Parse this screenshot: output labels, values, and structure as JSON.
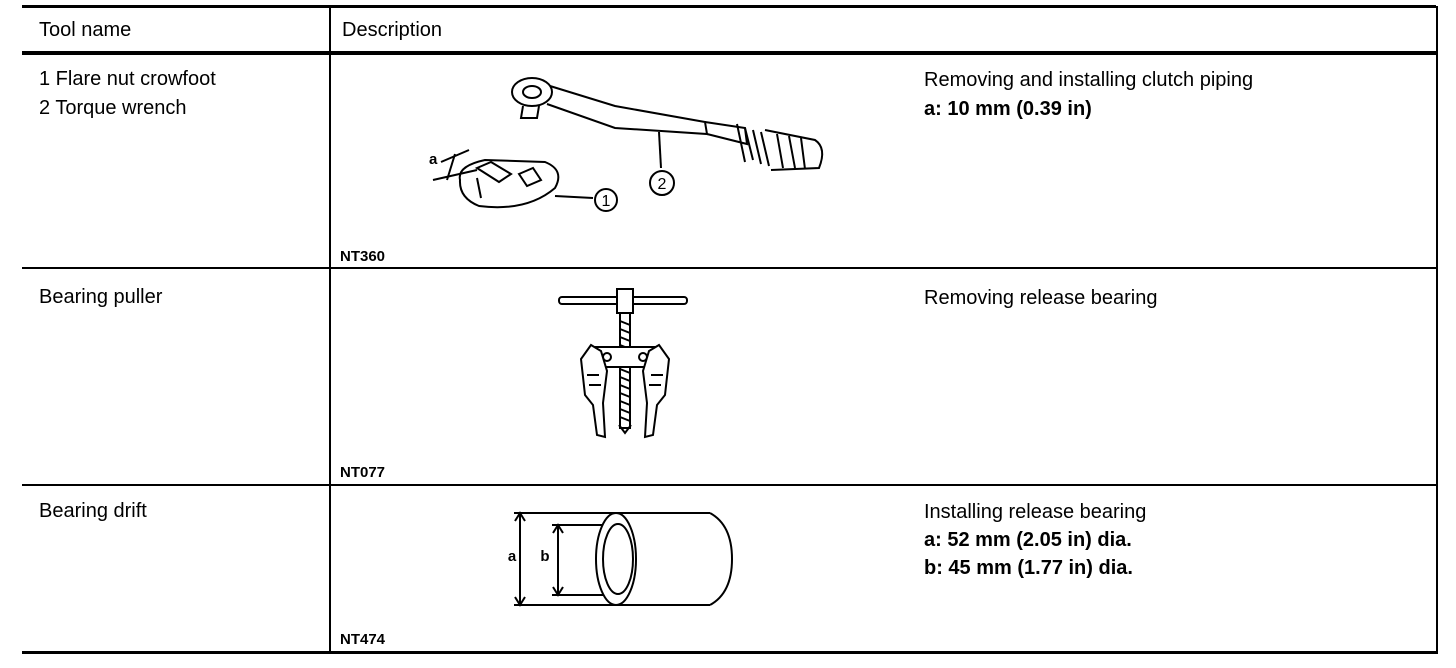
{
  "header": {
    "tool_name": "Tool name",
    "description": "Description"
  },
  "rows": [
    {
      "tool_lines": [
        "1 Flare nut crowfoot",
        "2 Torque wrench"
      ],
      "figure_code": "NT360",
      "callouts": [
        "a",
        "1",
        "2"
      ],
      "description": "Removing and installing clutch piping",
      "specs": [
        "a: 10 mm (0.39 in)"
      ]
    },
    {
      "tool_lines": [
        "Bearing puller"
      ],
      "figure_code": "NT077",
      "description": "Removing release bearing",
      "specs": []
    },
    {
      "tool_lines": [
        "Bearing drift"
      ],
      "figure_code": "NT474",
      "callouts": [
        "a",
        "b"
      ],
      "description": "Installing release bearing",
      "specs": [
        "a: 52 mm (2.05 in) dia.",
        "b: 45 mm (1.77 in) dia."
      ]
    }
  ]
}
